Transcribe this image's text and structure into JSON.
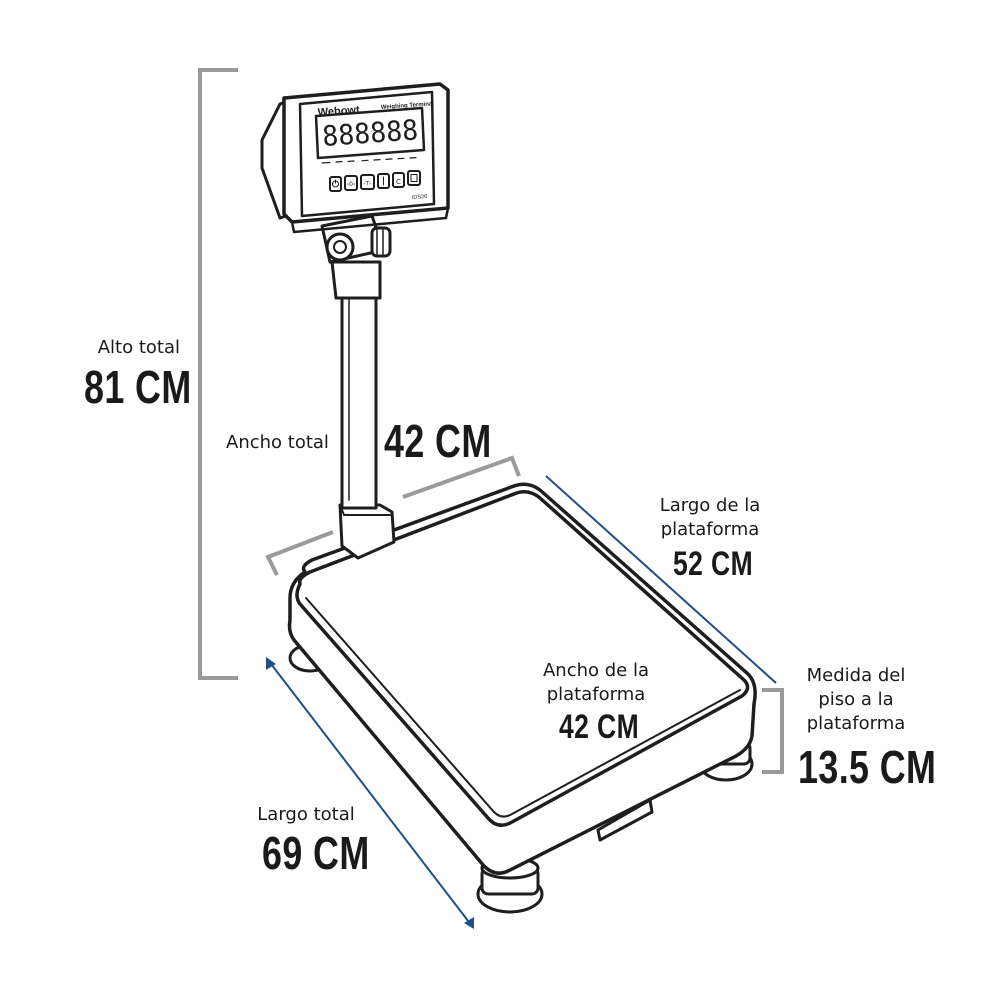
{
  "colors": {
    "dimension_gray": "#9a9a9a",
    "dimension_blue": "#1f4e8c",
    "outline": "#1e1e1e",
    "lcd_background": "#ffffff"
  },
  "terminal": {
    "brand": "Webowt",
    "subtitle": "Weighing Terminal",
    "display": "888888",
    "model": "IDS26"
  },
  "dimensions": {
    "alto_total": {
      "label": "Alto total",
      "value": "81 CM"
    },
    "ancho_total": {
      "label": "Ancho total",
      "value": "42 CM"
    },
    "largo_plataforma": {
      "label_line1": "Largo de la",
      "label_line2": "plataforma",
      "value": "52 CM"
    },
    "ancho_plataforma": {
      "label_line1": "Ancho de la",
      "label_line2": "plataforma",
      "value": "42 CM"
    },
    "medida_piso": {
      "label_line1": "Medida del",
      "label_line2": "piso a la",
      "label_line3": "plataforma",
      "value": "13.5 CM"
    },
    "largo_total": {
      "label": "Largo total",
      "value": "69 CM"
    }
  }
}
